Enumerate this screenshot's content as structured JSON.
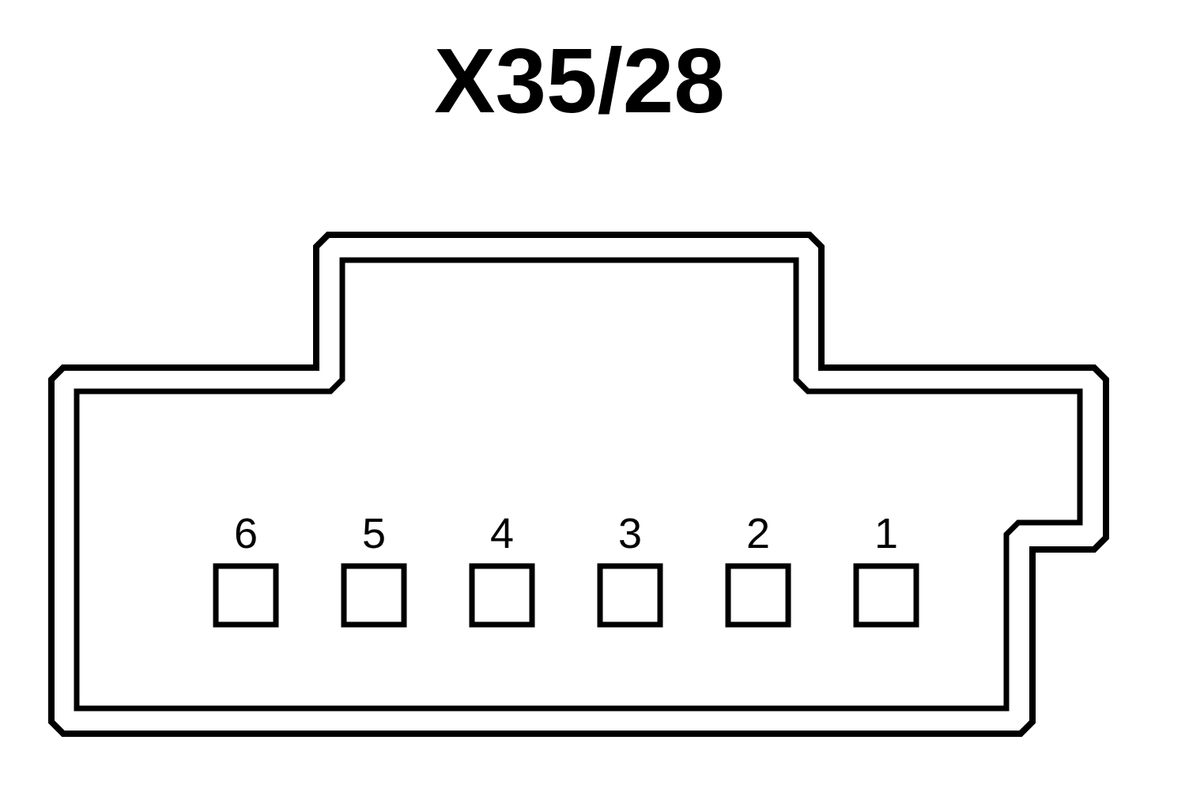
{
  "title": "X35/28",
  "pins": [
    {
      "label": "6"
    },
    {
      "label": "5"
    },
    {
      "label": "4"
    },
    {
      "label": "3"
    },
    {
      "label": "2"
    },
    {
      "label": "1"
    }
  ],
  "colors": {
    "line": "#000000",
    "background": "#ffffff"
  }
}
